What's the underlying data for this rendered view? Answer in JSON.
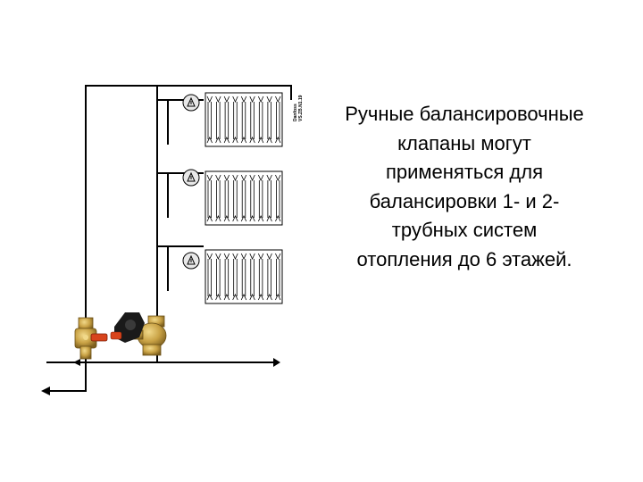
{
  "caption": {
    "lines": [
      "Ручные балансировочные",
      "клапаны могут",
      "применяться для",
      "балансировки 1- и 2-",
      "трубных систем",
      "отопления до 6 этажей."
    ]
  },
  "diagram": {
    "radiator_count": 3,
    "vertical_label_lines": [
      "Danfoss",
      "VS.ZB.N1.19"
    ],
    "colors": {
      "pipe": "#000000",
      "valve_brass": "#c9a245",
      "valve_red": "#d8441c",
      "handle": "#1a1a1a"
    }
  }
}
